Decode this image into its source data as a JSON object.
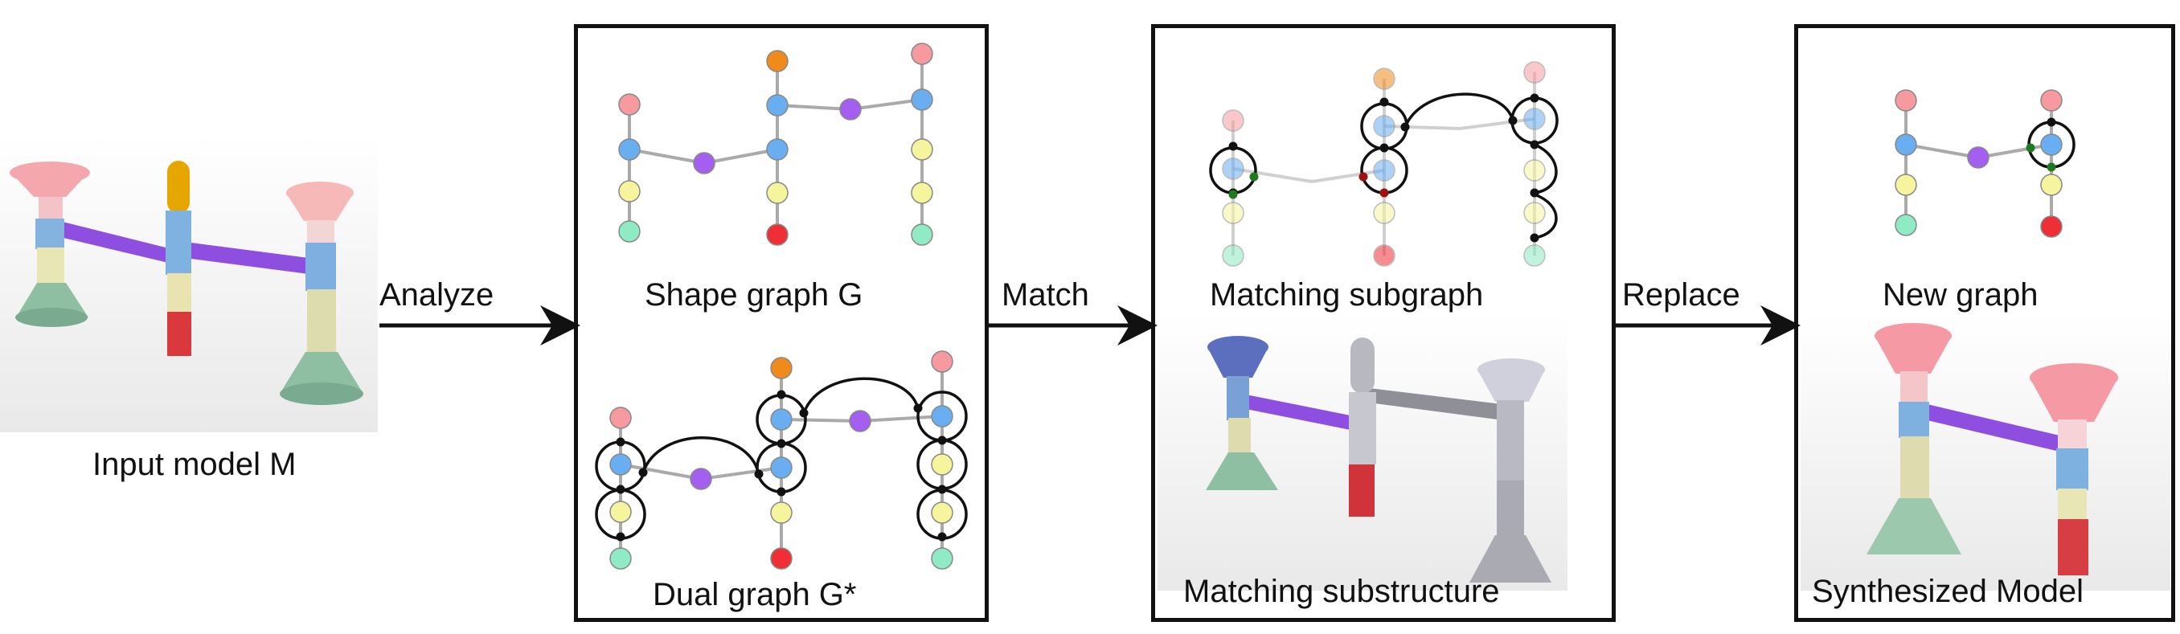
{
  "labels": {
    "input_model": "Input model M",
    "shape_graph": "Shape graph G",
    "dual_graph": "Dual graph G*",
    "matching_subgraph": "Matching subgraph",
    "matching_substructure": "Matching substructure",
    "new_graph": "New graph",
    "synthesized_model": "Synthesized Model"
  },
  "arrows": {
    "analyze": "Analyze",
    "match": "Match",
    "replace": "Replace"
  },
  "colors": {
    "panel_border": "#111111",
    "edge": "#aaaaaa",
    "pink": "#f79aa0",
    "blue": "#6aaef2",
    "purple": "#a55ff0",
    "yellow": "#f6f59e",
    "green": "#8eebc4",
    "red": "#ef2f35",
    "orange": "#f08a1a",
    "hub": "#111111",
    "connector_green": "#1f7a1f",
    "connector_red": "#a01010"
  }
}
